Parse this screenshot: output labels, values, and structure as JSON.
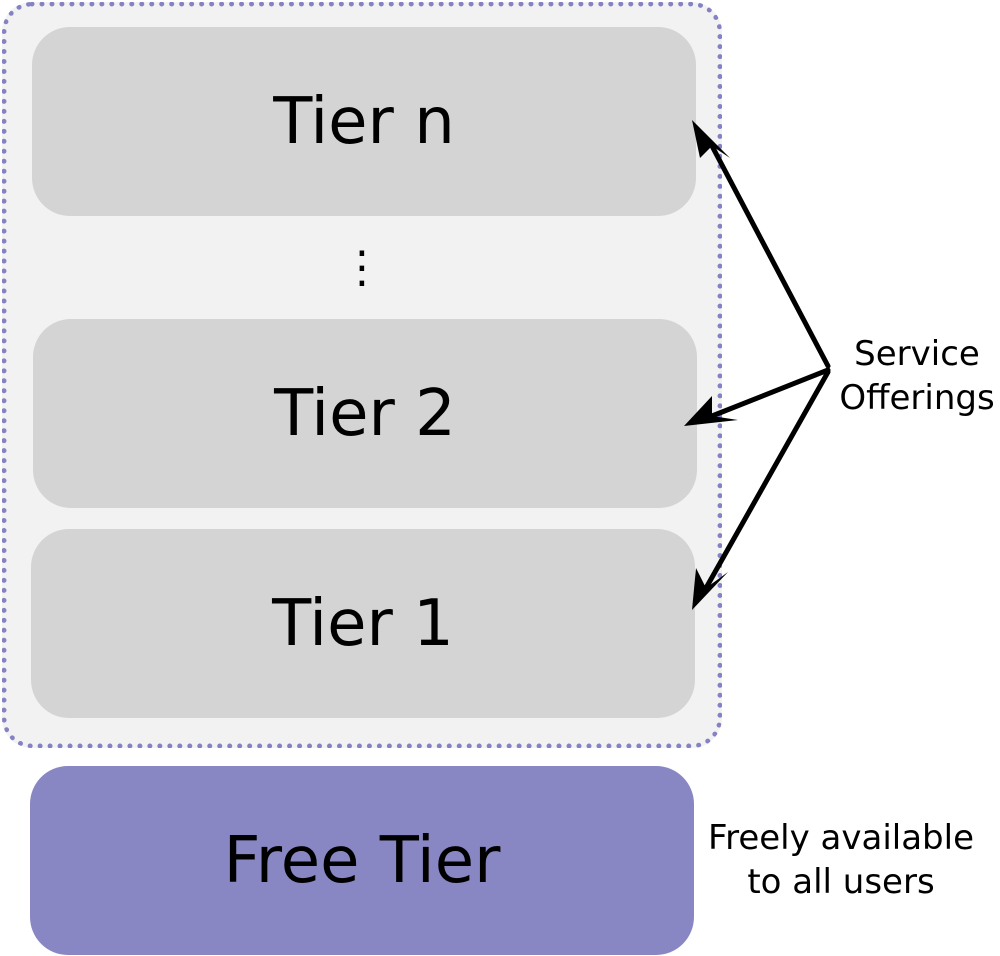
{
  "tiers": {
    "tier_n": "Tier n",
    "ellipsis": "⋮",
    "tier_2": "Tier 2",
    "tier_1": "Tier 1",
    "free": "Free Tier"
  },
  "annotations": {
    "service_offerings": [
      "Service",
      "Offerings"
    ],
    "free_note": [
      "Freely available",
      "to all users"
    ]
  },
  "colors": {
    "group_background": "#f2f2f2",
    "group_border": "#8482c4",
    "tier_fill": "#d4d4d4",
    "free_tier_fill": "#8887c3",
    "arrow": "#000000"
  }
}
